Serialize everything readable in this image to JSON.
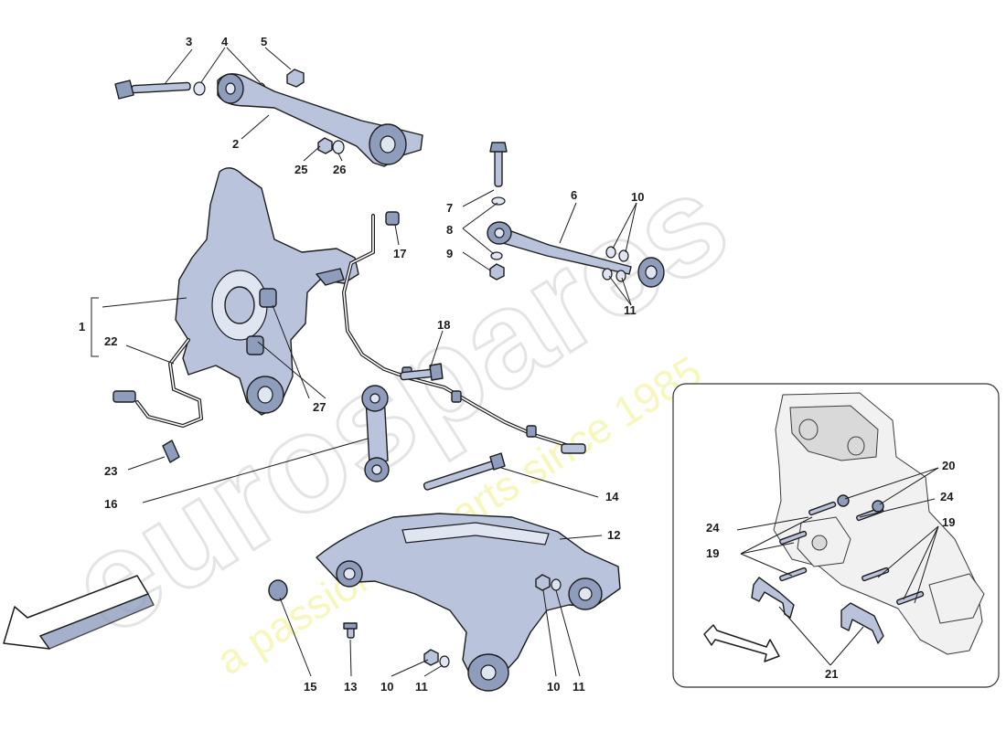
{
  "watermark": {
    "brand": "eurospares",
    "tagline": "a passion for parts since 1985"
  },
  "callouts": {
    "c1": "1",
    "c2": "2",
    "c3": "3",
    "c4": "4",
    "c5": "5",
    "c6": "6",
    "c7": "7",
    "c8": "8",
    "c9": "9",
    "c10a": "10",
    "c10b": "10",
    "c10c": "10",
    "c11a": "11",
    "c11b": "11",
    "c11c": "11",
    "c12": "12",
    "c13": "13",
    "c14": "14",
    "c15": "15",
    "c16": "16",
    "c17": "17",
    "c18": "18",
    "c22": "22",
    "c23": "23",
    "c25": "25",
    "c26": "26",
    "c27": "27"
  },
  "inset": {
    "c19a": "19",
    "c19b": "19",
    "c20": "20",
    "c21": "21",
    "c24a": "24",
    "c24b": "24"
  },
  "colors": {
    "part_fill": "#b9c4dc",
    "outline": "#1c1c1c",
    "watermark_tagline": "#f4f3a8"
  }
}
